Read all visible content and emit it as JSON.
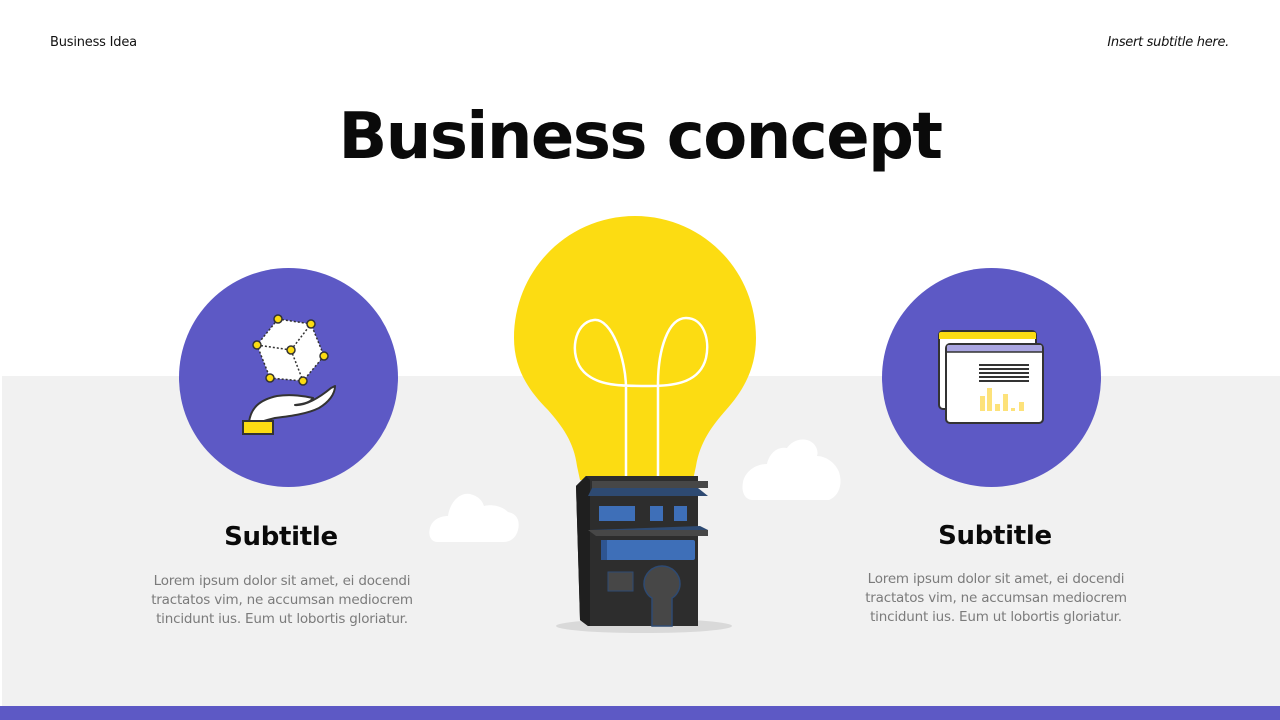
{
  "header": {
    "left_label": "Business Idea",
    "right_label": "Insert subtitle here."
  },
  "title": "Business concept",
  "columns": [
    {
      "icon": "hand-holding-cube-icon",
      "subtitle": "Subtitle",
      "text": "Lorem ipsum dolor sit amet, ei docendi tractatos vim, ne accumsan mediocrem tincidunt ius. Eum ut lobortis gloriatur."
    },
    {
      "icon": "browser-windows-chart-icon",
      "subtitle": "Subtitle",
      "text": "Lorem ipsum dolor sit amet, ei docendi tractatos vim, ne accumsan mediocrem tincidunt ius. Eum ut lobortis gloriatur."
    }
  ],
  "illustration": {
    "name": "lightbulb-building-illustration"
  },
  "colors": {
    "accent_purple": "#5d59c5",
    "accent_yellow": "#fcdc12",
    "band_gray": "#f1f1f1",
    "building_dark": "#2d2d2d",
    "building_blue": "#3e6fb8"
  }
}
